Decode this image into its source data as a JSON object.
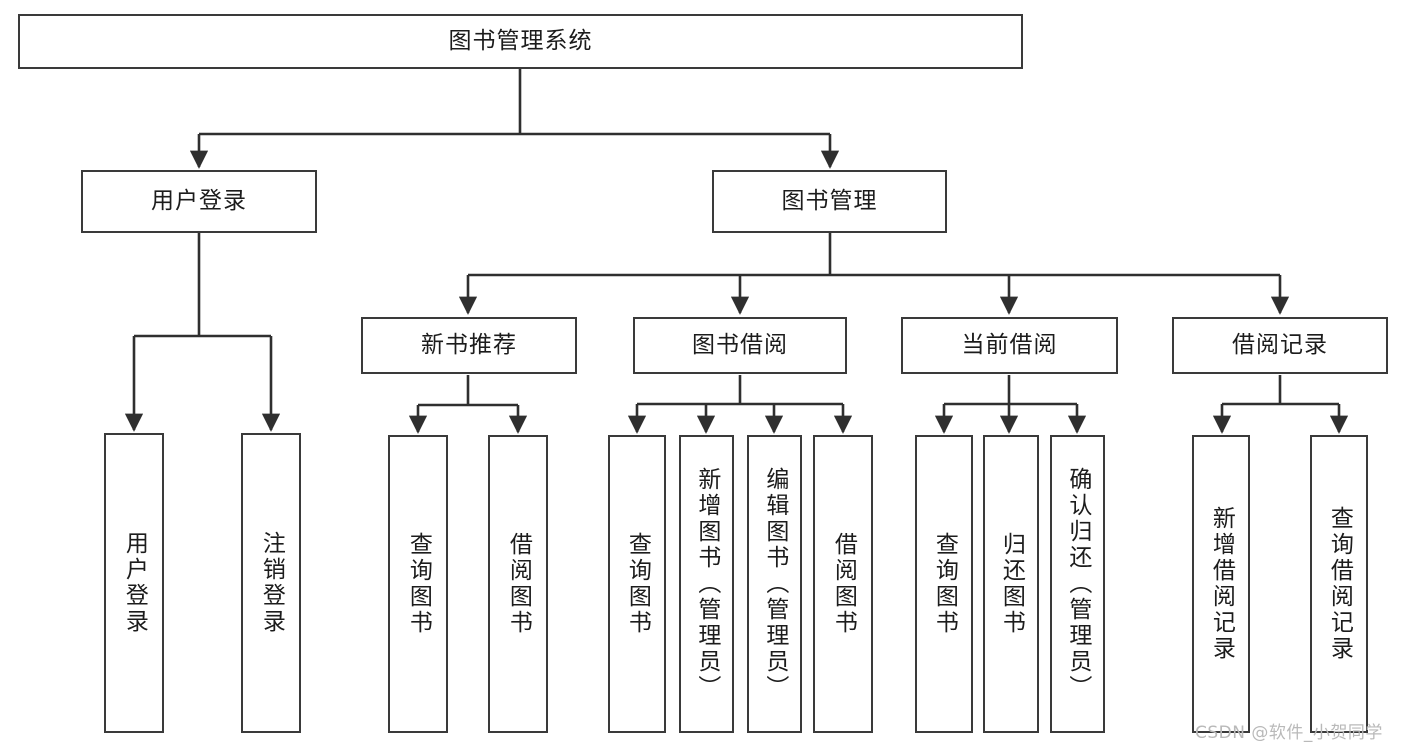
{
  "diagram": {
    "title": "图书管理系统",
    "type": "tree-hierarchy",
    "background_color": "#ffffff",
    "border_color": "#3a3a3a",
    "text_color": "#1c1c1c"
  },
  "nodes": {
    "root": {
      "label": "图书管理系统"
    },
    "level2": [
      {
        "label": "用户登录"
      },
      {
        "label": "图书管理"
      }
    ],
    "level3": [
      {
        "label": "新书推荐"
      },
      {
        "label": "图书借阅"
      },
      {
        "label": "当前借阅"
      },
      {
        "label": "借阅记录"
      }
    ],
    "leaves_user_login": [
      {
        "label": "用户登录"
      },
      {
        "label": "注销登录"
      }
    ],
    "leaves_new_book": [
      {
        "label": "查询图书"
      },
      {
        "label": "借阅图书"
      }
    ],
    "leaves_borrow": [
      {
        "label": "查询图书"
      },
      {
        "label": "新增图书（管理员）"
      },
      {
        "label": "编辑图书（管理员）"
      },
      {
        "label": "借阅图书"
      }
    ],
    "leaves_current": [
      {
        "label": "查询图书"
      },
      {
        "label": "归还图书"
      },
      {
        "label": "确认归还（管理员）"
      }
    ],
    "leaves_records": [
      {
        "label": "新增借阅记录"
      },
      {
        "label": "查询借阅记录"
      }
    ]
  },
  "watermark": {
    "text": "CSDN @软件_小贺同学"
  }
}
